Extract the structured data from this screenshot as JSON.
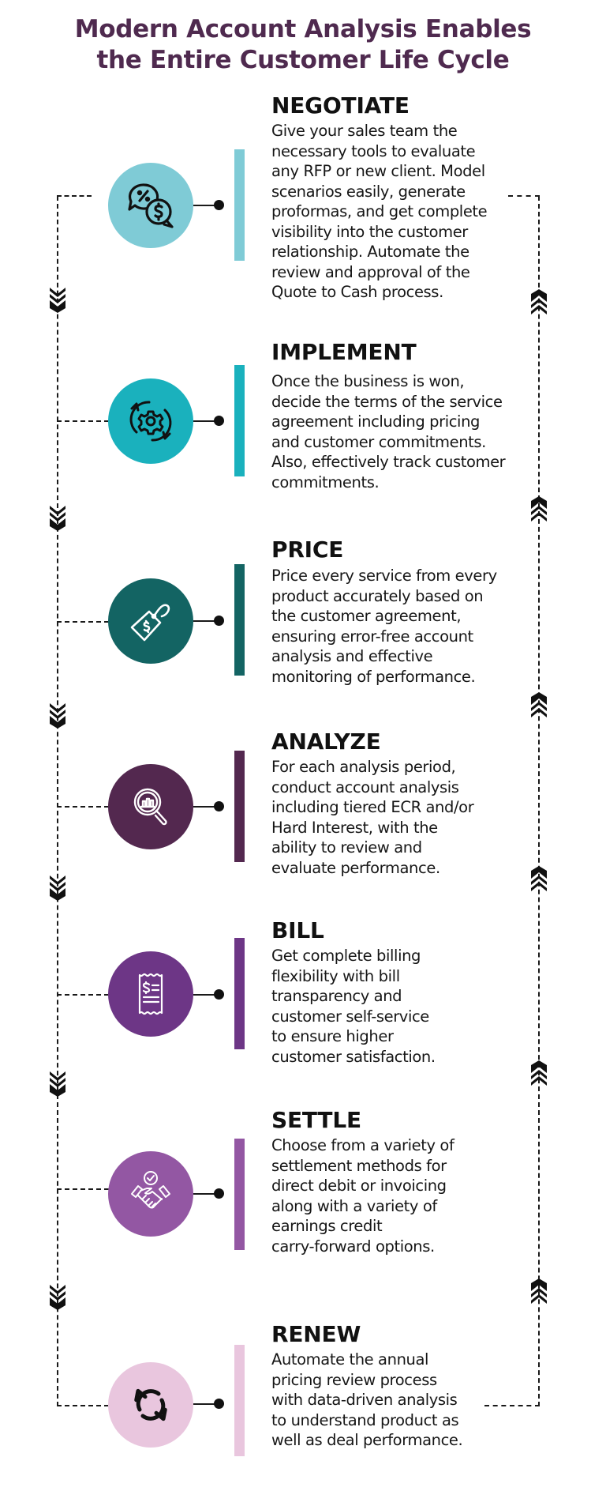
{
  "title": {
    "line1": "Modern Account Analysis Enables",
    "line2": "the Entire Customer Life Cycle",
    "color": "#4f2a4f"
  },
  "stages": [
    {
      "heading": "NEGOTIATE",
      "icon": "chat-bubbles-dollar-percent-icon",
      "color": "#7fcbd6",
      "lines": [
        "Give your sales team the",
        "necessary tools to evaluate",
        "any RFP or new client. Model",
        "scenarios easily, generate",
        "proformas, and get complete",
        "visibility into the customer",
        "relationship. Automate the",
        "review and approval of the",
        "Quote to Cash process."
      ]
    },
    {
      "heading": "IMPLEMENT",
      "icon": "gear-cycle-icon",
      "color": "#1ab1bd",
      "lines": [
        "Once the business is won,",
        "decide the terms of the service",
        "agreement including pricing",
        "and customer commitments.",
        "Also, effectively track customer",
        "commitments."
      ]
    },
    {
      "heading": "PRICE",
      "icon": "price-tag-dollar-icon",
      "color": "#136463",
      "lines": [
        "Price every service from every",
        "product accurately based on",
        "the customer agreement,",
        "ensuring error-free account",
        "analysis and effective",
        "monitoring of performance."
      ]
    },
    {
      "heading": "ANALYZE",
      "icon": "magnifier-chart-icon",
      "color": "#53284f",
      "lines": [
        "For each analysis period,",
        "conduct account analysis",
        "including tiered ECR and/or",
        "Hard Interest, with the",
        "ability to review and",
        "evaluate performance."
      ]
    },
    {
      "heading": "BILL",
      "icon": "receipt-dollar-icon",
      "color": "#6d3686",
      "lines": [
        "Get complete billing",
        "flexibility with bill",
        "transparency and",
        "customer self-service",
        "to ensure higher",
        "customer satisfaction."
      ]
    },
    {
      "heading": "SETTLE",
      "icon": "handshake-check-icon",
      "color": "#9357a3",
      "lines": [
        "Choose from a variety of",
        "settlement methods for",
        "direct debit or invoicing",
        "along with a variety of",
        "earnings credit",
        "carry-forward options."
      ]
    },
    {
      "heading": "RENEW",
      "icon": "refresh-cycle-icon",
      "color": "#e9c6de",
      "lines": [
        "Automate the annual",
        "pricing review process",
        "with data-driven analysis",
        "to understand product as",
        "well as deal performance."
      ]
    }
  ]
}
